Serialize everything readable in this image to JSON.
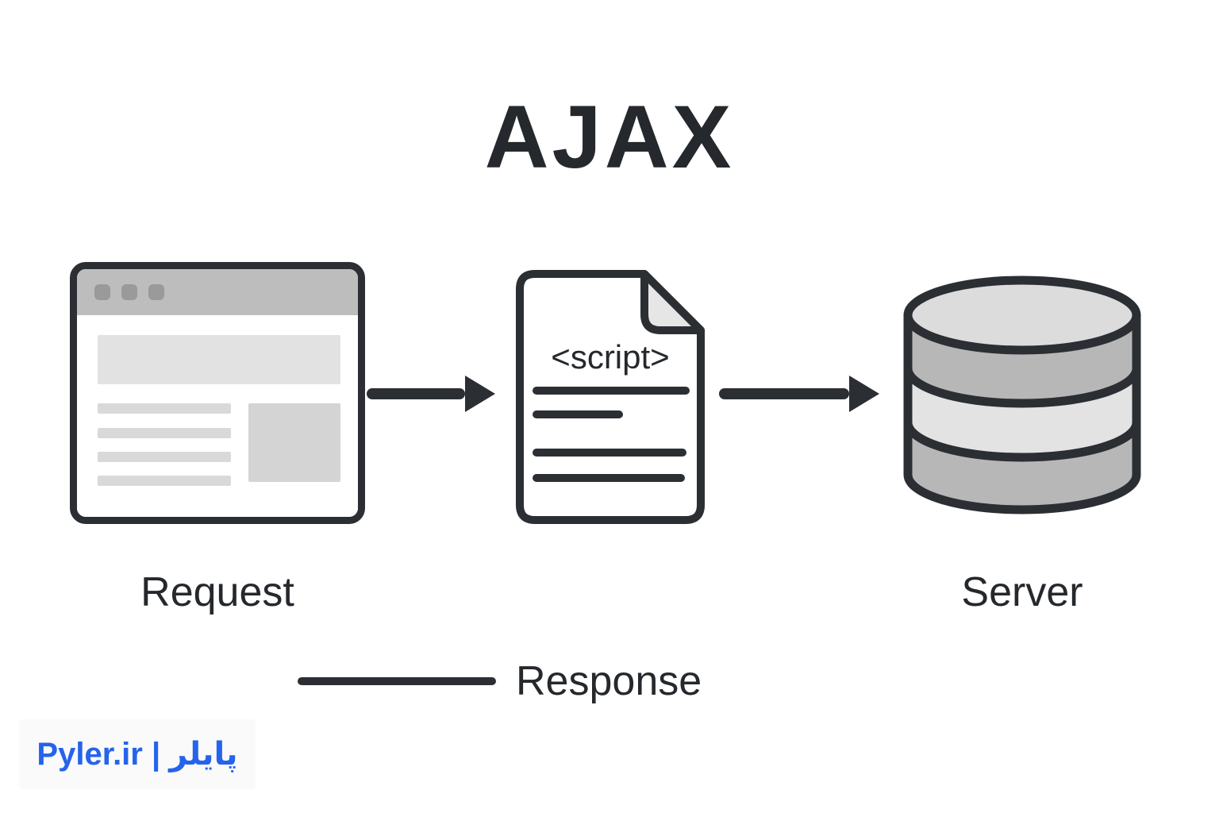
{
  "title": "AJAX",
  "diagram": {
    "request": {
      "label": "Request"
    },
    "script_file": {
      "label": "<script>"
    },
    "server": {
      "label": "Server"
    },
    "response": {
      "label": "Response"
    }
  },
  "watermark": {
    "text": "Pyler.ir | پایلر"
  },
  "colors": {
    "ink": "#2b2f33",
    "browser_bar_gray": "#bdbdbd",
    "content_gray_light": "#e2e2e2",
    "content_gray_mid": "#d4d4d4",
    "db_band_dark": "#b7b7b7",
    "db_band_light": "#e3e3e3",
    "db_top_gray": "#dcdcdc",
    "fold_gray": "#e6e6e6",
    "accent_blue": "#2563eb"
  }
}
